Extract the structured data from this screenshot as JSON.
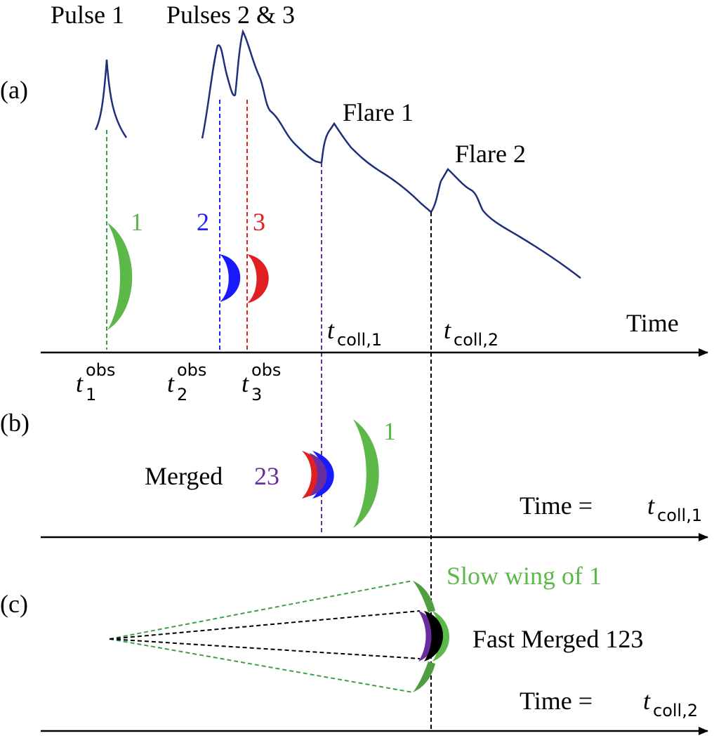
{
  "panels": {
    "a": "(a)",
    "b": "(b)",
    "c": "(c)"
  },
  "panel_a": {
    "pulse1_label": "Pulse 1",
    "pulses23_label": "Pulses 2 & 3",
    "flare1_label": "Flare 1",
    "flare2_label": "Flare 2",
    "shell1_label": "1",
    "shell2_label": "2",
    "shell3_label": "3",
    "time_label": "Time",
    "t_symbol": "t",
    "obs_superscript": "obs",
    "t1_index": "1",
    "t2_index": "2",
    "t3_index": "3",
    "coll_sub_1": "coll,1",
    "coll_sub_2": "coll,2"
  },
  "panel_b": {
    "merged_label": "Merged",
    "merged_number": "23",
    "shell1_label": "1",
    "time_label": "Time =",
    "t_symbol": "t",
    "coll_sub": "coll,1"
  },
  "panel_c": {
    "slow_wing_label": "Slow wing of 1",
    "fast_merged_label": "Fast Merged 123",
    "time_label": "Time =",
    "t_symbol": "t",
    "coll_sub": "coll,2"
  },
  "colors": {
    "curve": "#1f2f7a",
    "shell1": "#5cb848",
    "shell1_dark": "#3f8f35",
    "shell2": "#1a1aff",
    "shell3": "#e02020",
    "merged23": "#6a2c9e",
    "merged123": "#000000",
    "guide1": "#3ca04a",
    "guide2": "#2020ff",
    "guide3": "#e02020",
    "guide_coll1": "#6a2c9e",
    "guide_coll2": "#000000"
  }
}
